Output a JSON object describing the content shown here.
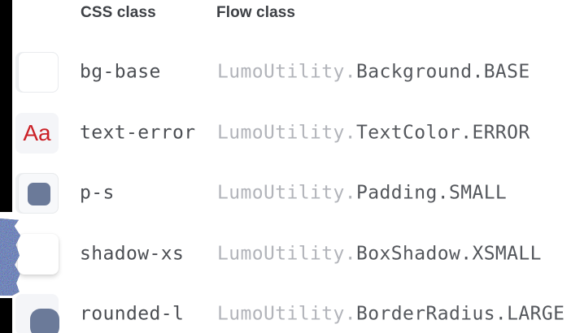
{
  "header": {
    "css_col": "CSS class",
    "flow_col": "Flow class"
  },
  "rows": [
    {
      "css": "bg-base",
      "flow_prefix": "LumoUtility.",
      "flow_main": "Background.BASE",
      "preview": "white background swatch"
    },
    {
      "css": "text-error",
      "flow_prefix": "LumoUtility.",
      "flow_main": "TextColor.ERROR",
      "preview": "red text sample",
      "sample_text": "Aa"
    },
    {
      "css": "p-s",
      "flow_prefix": "LumoUtility.",
      "flow_main": "Padding.SMALL",
      "preview": "small padding swatch"
    },
    {
      "css": "shadow-xs",
      "flow_prefix": "LumoUtility.",
      "flow_main": "BoxShadow.XSMALL",
      "preview": "extra small shadow card"
    },
    {
      "css": "rounded-l",
      "flow_prefix": "LumoUtility.",
      "flow_main": "BorderRadius.LARGE",
      "preview": "large border radius swatch"
    }
  ],
  "colors": {
    "error-red": "#cb2026",
    "swatch-blue": "#6b7a99",
    "text-dark": "#4b4e53",
    "text-dim": "#b2b4ba",
    "flow-main": "#54575c",
    "header-text": "#3d4045"
  }
}
